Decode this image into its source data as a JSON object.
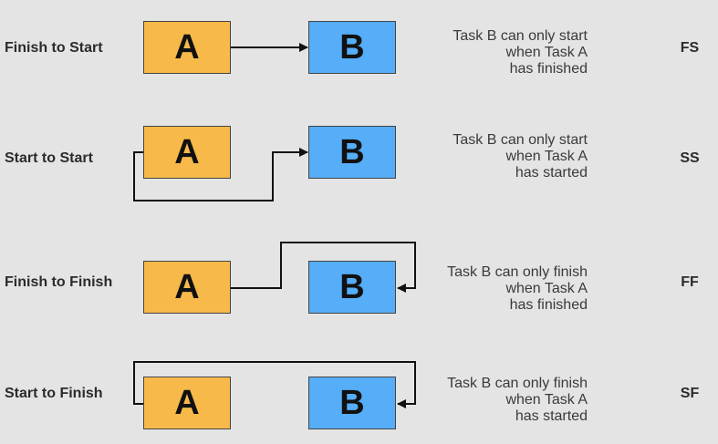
{
  "colors": {
    "task_a": "#f6b94a",
    "task_b": "#56adf8",
    "connector": "#111111"
  },
  "rows": [
    {
      "label": "Finish to Start",
      "task_a": "A",
      "task_b": "B",
      "description": [
        "Task B can only start",
        "when Task A",
        "has finished"
      ],
      "code": "FS"
    },
    {
      "label": "Start to Start",
      "task_a": "A",
      "task_b": "B",
      "description": [
        "Task B can only start",
        "when Task A",
        "has started"
      ],
      "code": "SS"
    },
    {
      "label": "Finish to Finish",
      "task_a": "A",
      "task_b": "B",
      "description": [
        "Task B can only finish",
        "when Task A",
        "has finished"
      ],
      "code": "FF"
    },
    {
      "label": "Start to Finish",
      "task_a": "A",
      "task_b": "B",
      "description": [
        "Task B can only finish",
        "when Task A",
        "has started"
      ],
      "code": "SF"
    }
  ]
}
